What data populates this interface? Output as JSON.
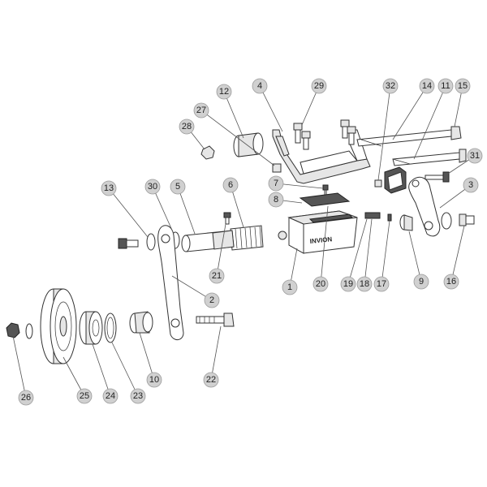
{
  "diagram": {
    "brand_stamp": "INVION",
    "callouts": [
      "1",
      "2",
      "3",
      "4",
      "5",
      "6",
      "7",
      "8",
      "9",
      "10",
      "11",
      "12",
      "13",
      "14",
      "15",
      "16",
      "17",
      "18",
      "19",
      "20",
      "21",
      "22",
      "23",
      "24",
      "25",
      "26",
      "27",
      "28",
      "29",
      "30",
      "31",
      "32"
    ]
  }
}
